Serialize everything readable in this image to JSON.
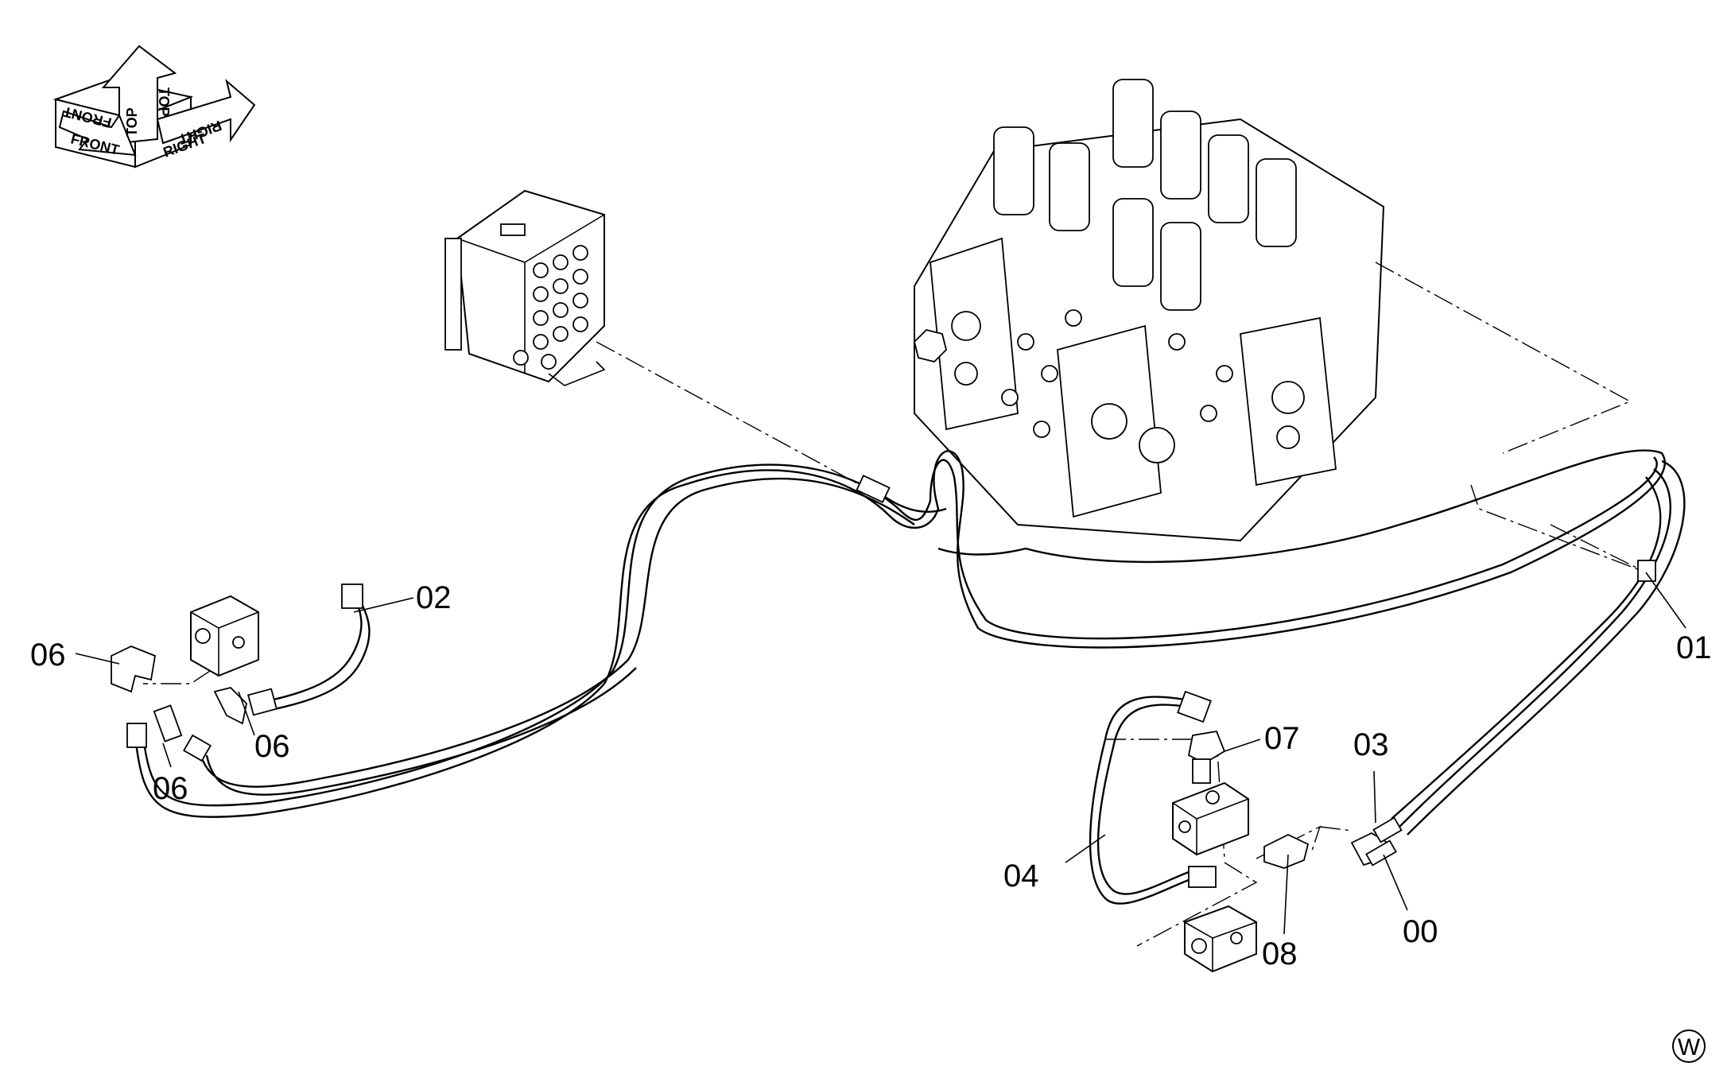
{
  "orientation": {
    "front": "FRONT",
    "top": "TOP",
    "right": "RIGHT"
  },
  "callouts": {
    "c00": "00",
    "c01": "01",
    "c02": "02",
    "c03": "03",
    "c04": "04",
    "c06a": "06",
    "c06b": "06",
    "c06c": "06",
    "c07": "07",
    "c08": "08"
  },
  "mark": "W"
}
